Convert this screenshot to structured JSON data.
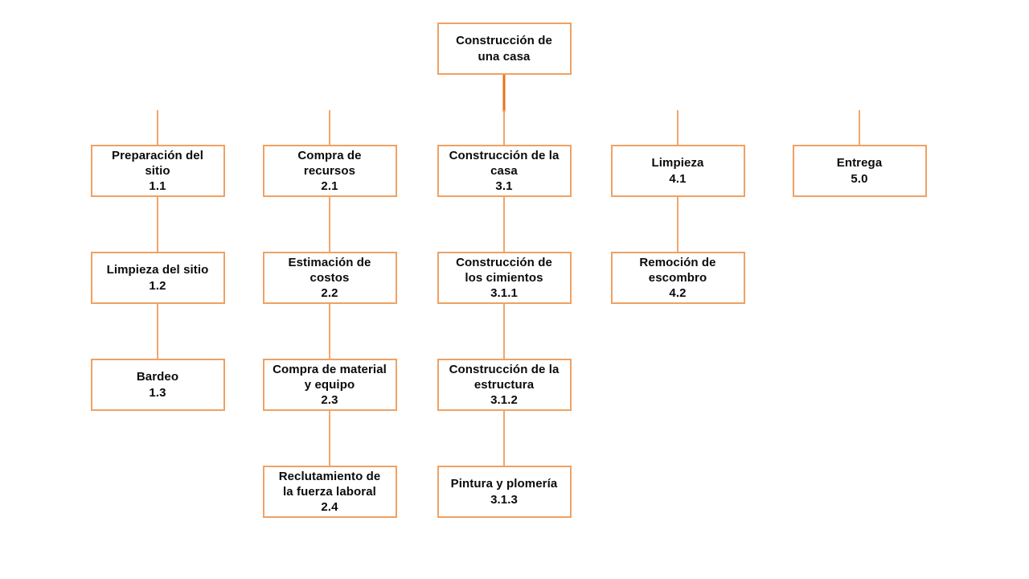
{
  "diagram": {
    "root_label": "Construcción de una casa",
    "nodes": [
      {
        "label": "Construcción de una casa",
        "code": "",
        "col": 2,
        "row": 0
      },
      {
        "label": "Preparación del sitio",
        "code": "1.1",
        "col": 0,
        "row": 1
      },
      {
        "label": "Compra de recursos",
        "code": "2.1",
        "col": 1,
        "row": 1
      },
      {
        "label": "Construcción de la casa",
        "code": "3.1",
        "col": 2,
        "row": 1
      },
      {
        "label": "Limpieza",
        "code": "4.1",
        "col": 3,
        "row": 1
      },
      {
        "label": "Entrega",
        "code": "5.0",
        "col": 4,
        "row": 1
      },
      {
        "label": "Limpieza del sitio",
        "code": "1.2",
        "col": 0,
        "row": 2
      },
      {
        "label": "Estimación de costos",
        "code": "2.2",
        "col": 1,
        "row": 2
      },
      {
        "label": "Construcción de los cimientos",
        "code": "3.1.1",
        "col": 2,
        "row": 2
      },
      {
        "label": "Remoción de escombro",
        "code": "4.2",
        "col": 3,
        "row": 2
      },
      {
        "label": "Bardeo",
        "code": "1.3",
        "col": 0,
        "row": 3
      },
      {
        "label": "Compra de material y equipo",
        "code": "2.3",
        "col": 1,
        "row": 3
      },
      {
        "label": "Construcción de la estructura",
        "code": "3.1.2",
        "col": 2,
        "row": 3
      },
      {
        "label": "Reclutamiento de la fuerza laboral",
        "code": "2.4",
        "col": 1,
        "row": 4
      },
      {
        "label": "Pintura y plomería",
        "code": "3.1.3",
        "col": 2,
        "row": 4
      }
    ]
  },
  "colors": {
    "background": "#FFFFFF",
    "box_border": "#F0A162",
    "connector_light": "#F3A66A",
    "connector_dark": "#EC7017",
    "connector_mid": "#E9701C",
    "text": "#0B0B0B"
  }
}
